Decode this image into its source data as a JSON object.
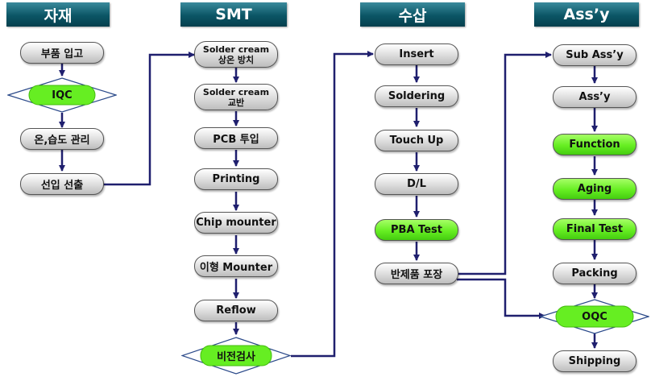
{
  "headers": {
    "material": "자재",
    "smt": "SMT",
    "manual": "수삽",
    "assy": "Ass’y"
  },
  "material": {
    "incoming": "부품 입고",
    "iqc": "IQC",
    "humidity": "온,습도 관리",
    "fifo": "선입 선출"
  },
  "smt": {
    "solder_thaw_1": "Solder cream",
    "solder_thaw_2": "상온 방치",
    "solder_mix_1": "Solder cream",
    "solder_mix_2": "교반",
    "pcb_input": "PCB 투입",
    "printing": "Printing",
    "chip_mounter": "Chip mounter",
    "odd_mounter": "이형 Mounter",
    "reflow": "Reflow",
    "vision": "비전검사"
  },
  "manual": {
    "insert": "Insert",
    "soldering": "Soldering",
    "touch_up": "Touch Up",
    "dl": "D/L",
    "pba_test": "PBA Test",
    "semi_pack": "반제품 포장"
  },
  "assy": {
    "sub_assy": "Sub Ass’y",
    "assy": "Ass’y",
    "function": "Function",
    "aging": "Aging",
    "final_test": "Final Test",
    "packing": "Packing",
    "oqc": "OQC",
    "shipping": "Shipping"
  },
  "colors": {
    "header_bg": "#0b5565",
    "node_green": "#66ee22",
    "connector": "#1f1f6e",
    "diamond_border": "#2b4a8a"
  }
}
